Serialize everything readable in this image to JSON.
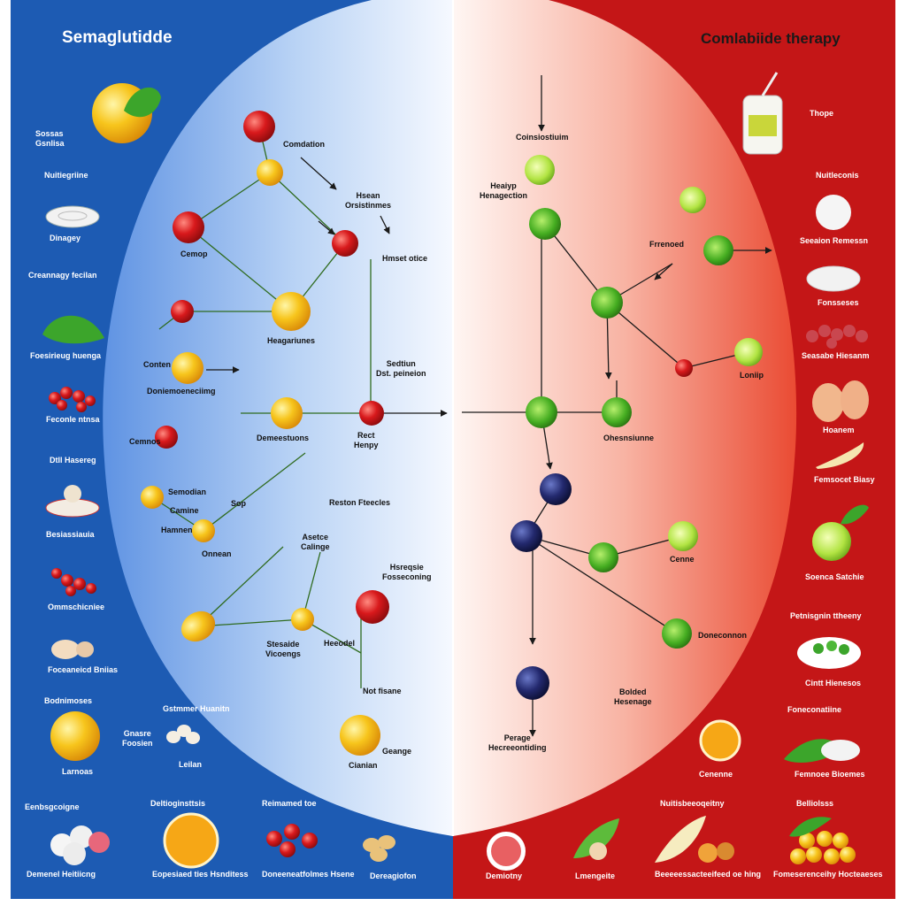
{
  "titles": {
    "left": "Semaglutidde",
    "right": "Comlabiide therapy"
  },
  "colors": {
    "left_panel": "#1d5bb3",
    "right_panel": "#c41617",
    "left_title": "#ffffff",
    "right_title": "#1a1a1a"
  },
  "diagram_labels": {
    "l1": "Comdation",
    "l2": "Hsean\nOrsistinmes",
    "l3": "Cemop",
    "l4": "Hmset otice",
    "l5": "Heagariunes",
    "l6": "Sedtiun\nDst. peineion",
    "l7": "Conten",
    "l8": "Doniemoeneciimg",
    "l9": "Demeestuons",
    "l10": "Rect\nHenpy",
    "l11": "Cemnos",
    "l12": "Semodian",
    "l13": "Camine",
    "l14": "Sop",
    "l15": "Hamnen",
    "l16": "Onnean",
    "l17": "Reston Fteecles",
    "l18": "Asetce\nCalinge",
    "l19": "Hsreqsie\nFosseconing",
    "l20": "Stesaide\nVicoengs",
    "l21": "Heeodel",
    "l22": "Not fisane",
    "l23": "Geange",
    "l24": "Cianian",
    "r1": "Coinsiostiuim",
    "r2": "Heaiyp\nHenagection",
    "r3": "Frrenoed",
    "r4": "Loniip",
    "r5": "Ohesnsiunne",
    "r6": "Cenne",
    "r7": "Doneconnon",
    "r8": "Bolded\nHesenage",
    "r9": "Perage\nHecreeontiding"
  },
  "left_column": [
    "Sossas\nGsnlisa",
    "Nuitiegriine",
    "Dinagey",
    "Creannagy fecilan",
    "Foesirieug huenga",
    "Feconle ntnsa",
    "Dtll Hasereg",
    "Besiassiauia",
    "Ommschicniee",
    "Foceaneicd Bniias",
    "Bodnimoses",
    "Larnoas"
  ],
  "right_column": [
    "Thope",
    "Nuitleconis",
    "Seeaion Remessn",
    "Fonsseses",
    "Seasabe Hiesanm",
    "Hoanem",
    "Femsocet Biasy",
    "Soenca Satchie",
    "Petnisgnin ttheeny",
    "Cintt Hienesos",
    "Foneconatiine",
    "Cenenne",
    "Femnoee Bioemes"
  ],
  "mid_column": [
    "Gstmmer Huanitn",
    "Gnasre\nFoosien",
    "Leilan"
  ],
  "bottom_row": {
    "left": [
      {
        "title": "Eenbsgcoigne",
        "caption": "Demenel Heitiicng"
      },
      {
        "title": "Deltioginsttsis",
        "caption": "Eopesiaed ties Hsnditess"
      },
      {
        "title": "Reimamed toe",
        "caption": "Doneeneatfolmes Hsene"
      },
      {
        "title": "",
        "caption": "Dereagiofon"
      }
    ],
    "right": [
      {
        "title": "",
        "caption": "Demiotny"
      },
      {
        "title": "",
        "caption": "Lmengeite"
      },
      {
        "title": "Nuitisbeeoqeitny",
        "caption": "Beeeeessacteeifeed oe hing"
      },
      {
        "title": "Belliolsss",
        "caption": "Fomeserenceihy Hocteaeses"
      }
    ]
  }
}
